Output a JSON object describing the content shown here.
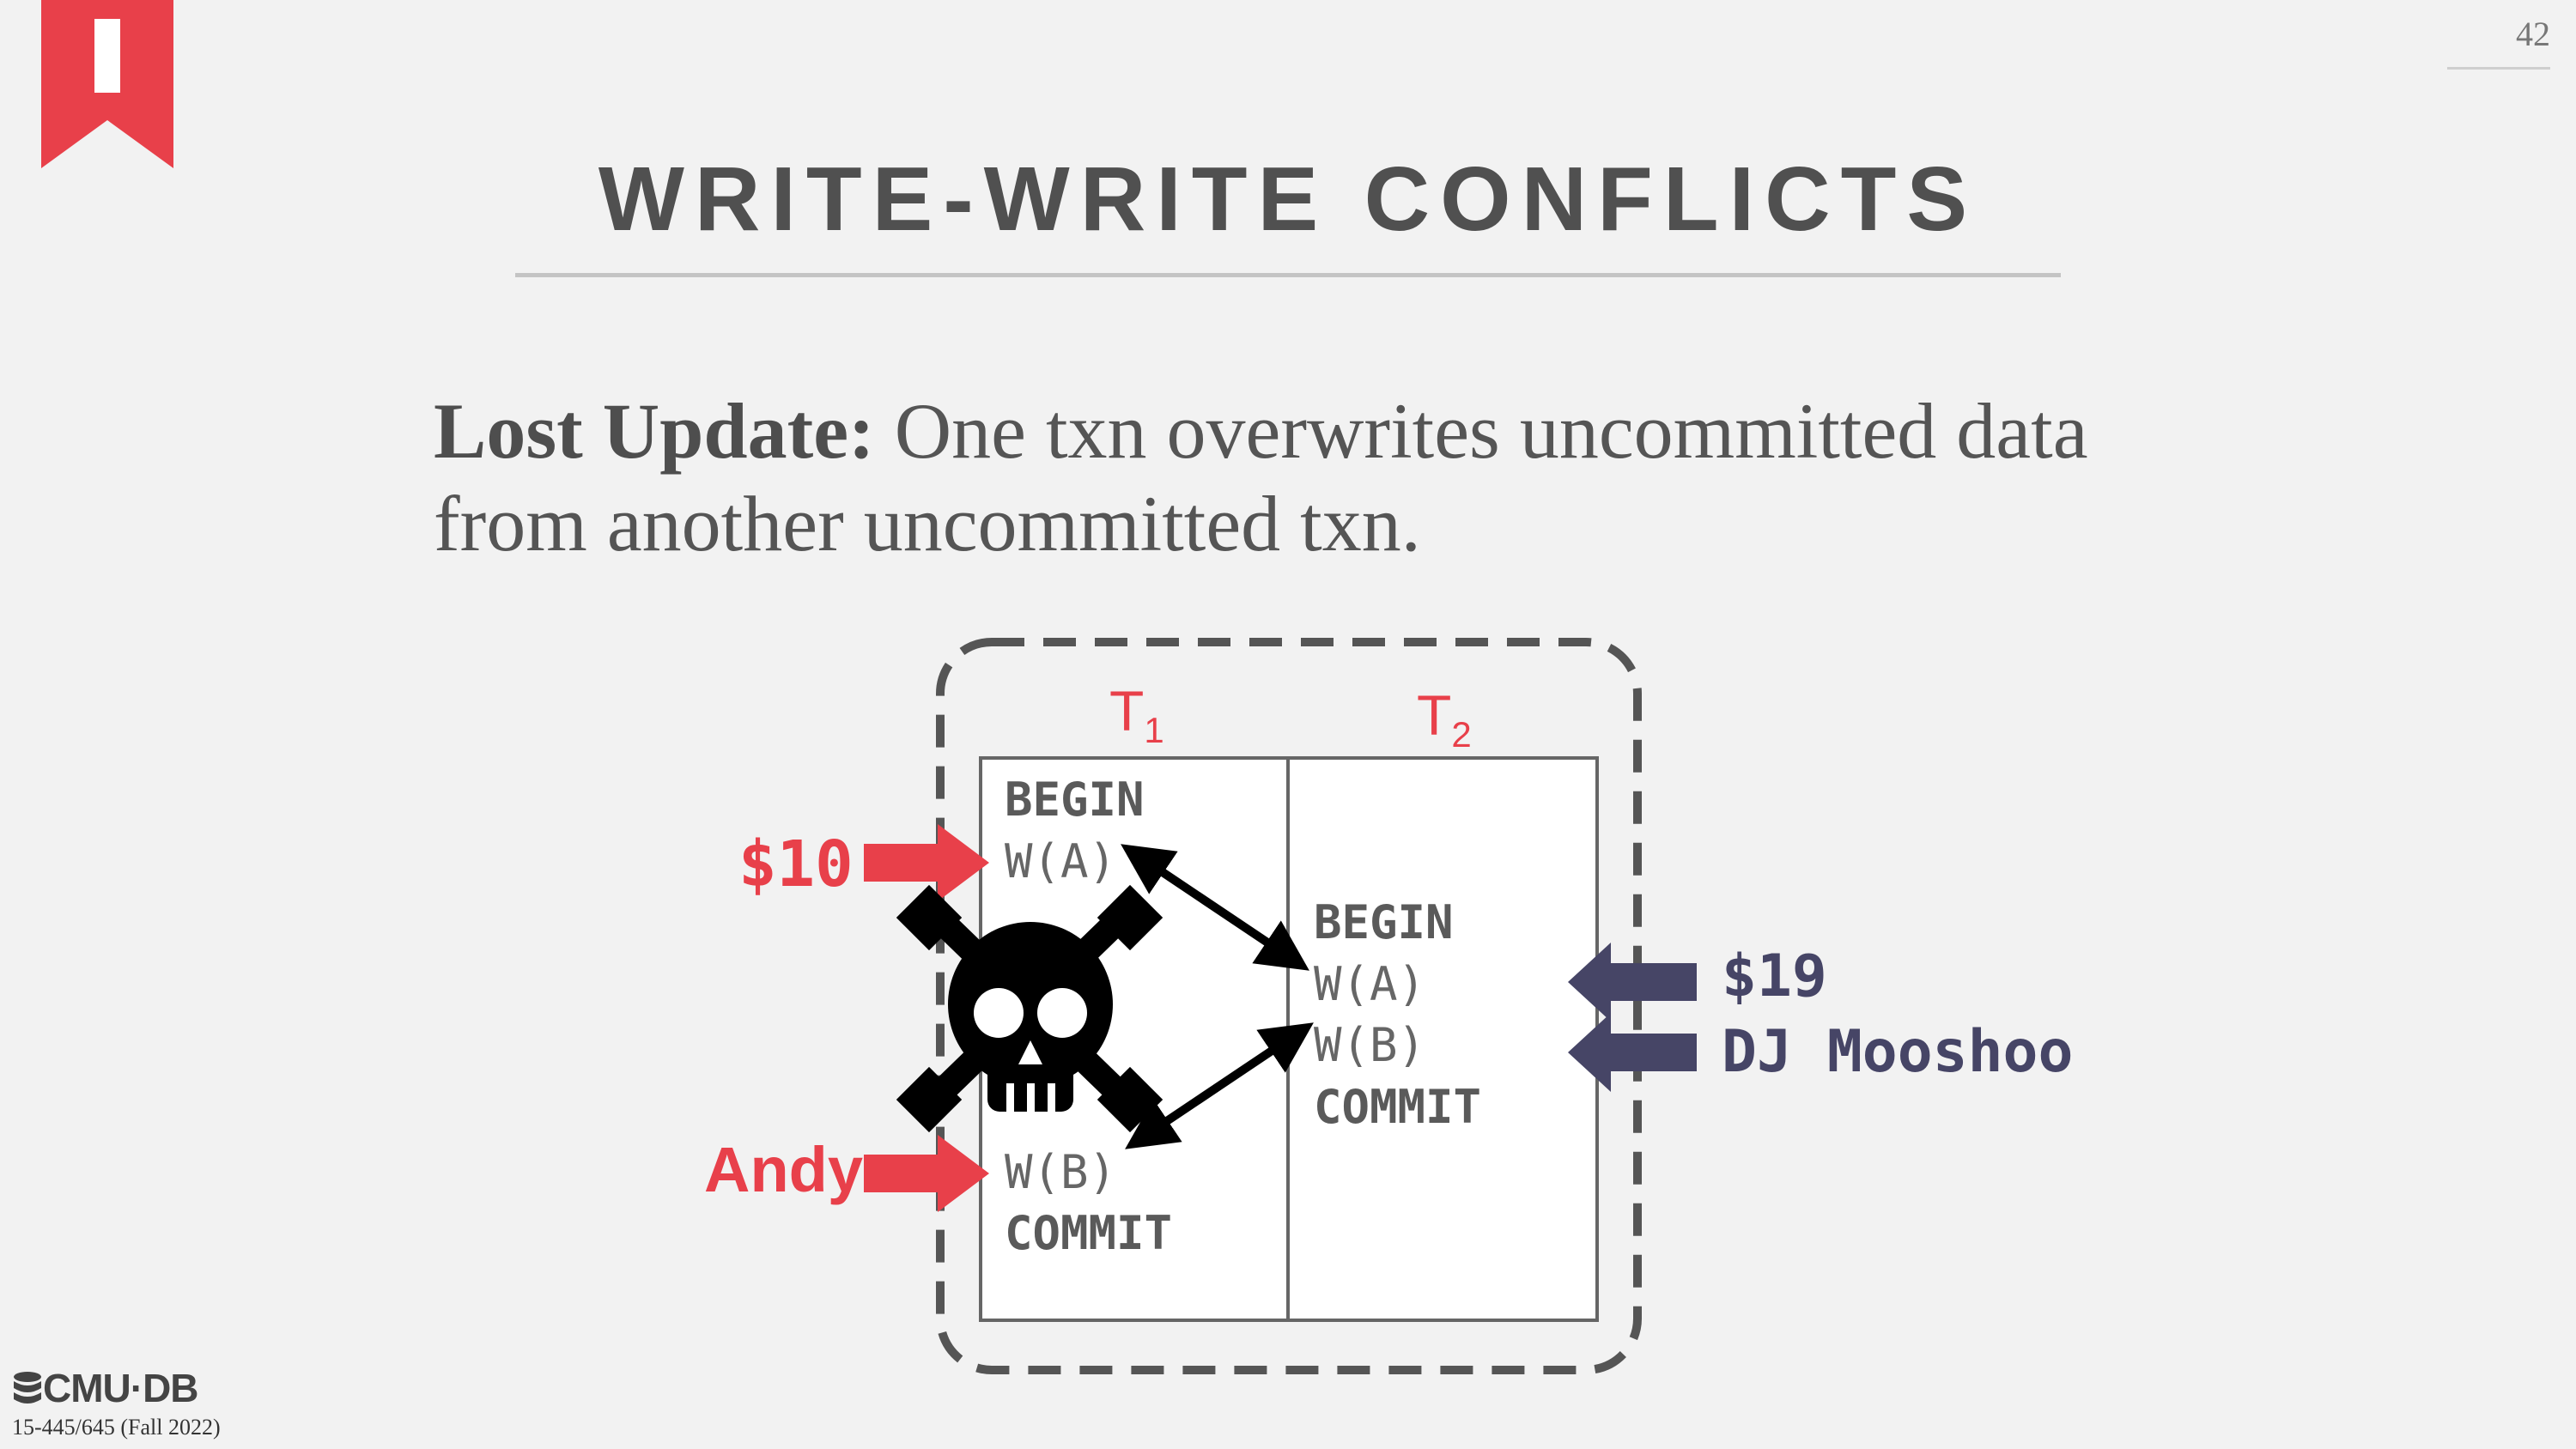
{
  "slide": {
    "page_number": "42",
    "title": "WRITE-WRITE CONFLICTS",
    "definition_term": "Lost Update:",
    "definition_text": " One txn overwrites uncommitted data from another uncommitted txn.",
    "logo_text": "CMU·DB",
    "course": "15-445/645 (Fall 2022)"
  },
  "schedule": {
    "t1_label": "T",
    "t1_sub": "1",
    "t2_label": "T",
    "t2_sub": "2",
    "t1_ops": [
      "BEGIN",
      "W(A)",
      "W(B)",
      "COMMIT"
    ],
    "t2_ops": [
      "BEGIN",
      "W(A)",
      "W(B)",
      "COMMIT"
    ]
  },
  "annotations": {
    "t1_value_a": "$10",
    "t1_value_b": "Andy",
    "t2_value_a": "$19",
    "t2_value_b": "DJ Mooshoo"
  },
  "colors": {
    "accent_red": "#e8404a",
    "navy": "#464566",
    "text_gray": "#555555"
  },
  "icons": [
    "bookmark-icon",
    "skull-crossbones-icon",
    "database-icon"
  ]
}
